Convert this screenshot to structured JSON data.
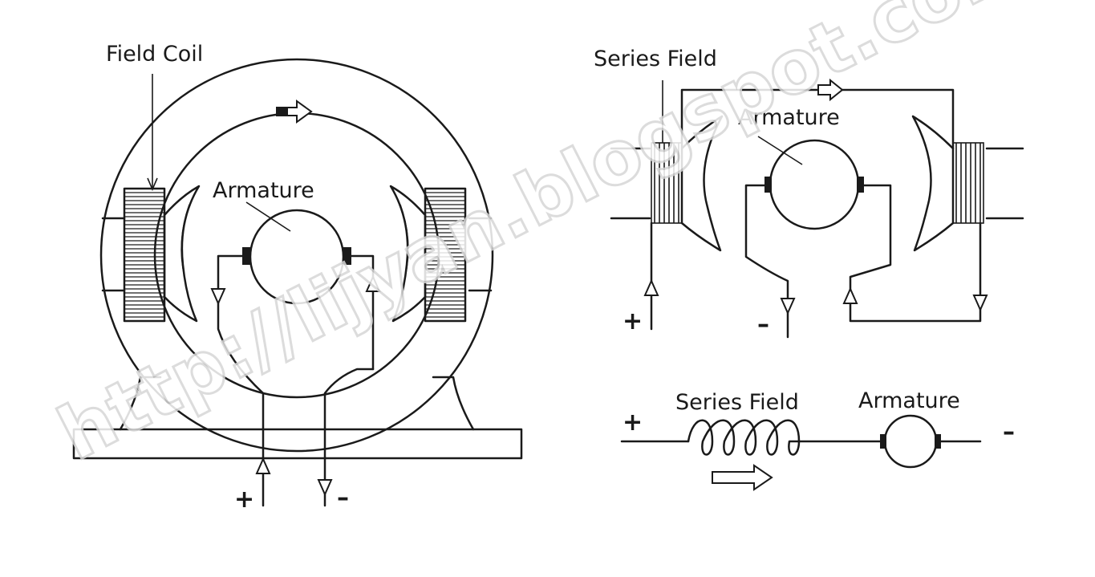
{
  "left_diagram": {
    "field_coil_label": "Field Coil",
    "armature_label": "Armature",
    "plus_sign": "+",
    "minus_sign": "–"
  },
  "right_top_diagram": {
    "series_field_label": "Series Field",
    "armature_label": "Armature",
    "plus_sign": "+",
    "minus_sign": "–"
  },
  "right_bottom_diagram": {
    "series_field_label": "Series Field",
    "armature_label": "Armature",
    "plus_sign": "+",
    "minus_sign": "–"
  },
  "watermark": "http://lijyan.blogspot.com"
}
